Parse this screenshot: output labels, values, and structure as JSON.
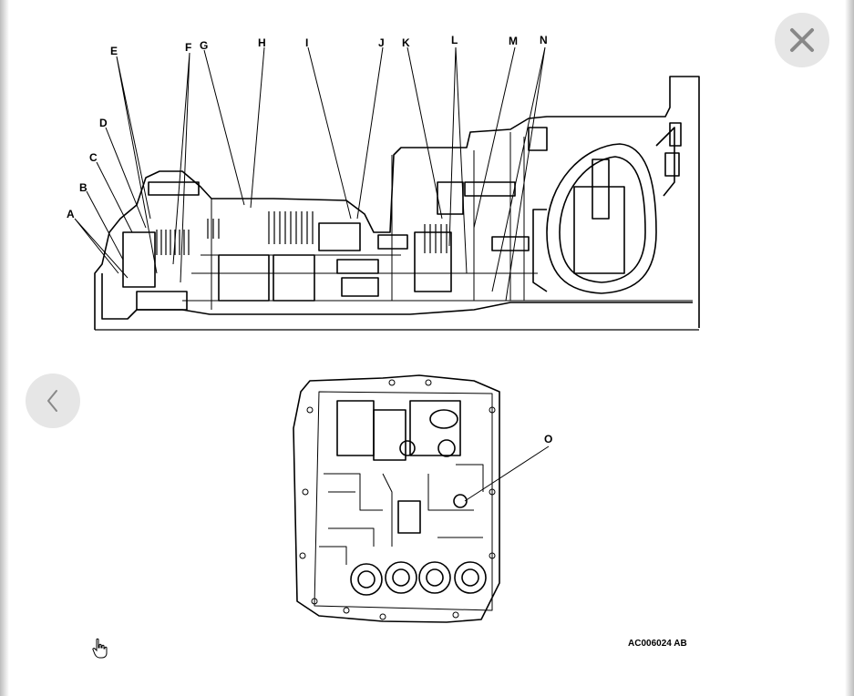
{
  "diagram": {
    "labels": [
      "A",
      "B",
      "C",
      "D",
      "E",
      "F",
      "G",
      "H",
      "I",
      "J",
      "K",
      "L",
      "M",
      "N",
      "O"
    ],
    "figure_code": "AC006024 AB"
  },
  "icons": {
    "close": "close-x-icon",
    "previous": "chevron-left-icon",
    "cursor": "hand-pointer-cursor-icon"
  },
  "colors": {
    "button_bg": "#e6e6e6",
    "button_glyph": "#888888",
    "line_art": "#000000",
    "background": "#ffffff"
  }
}
